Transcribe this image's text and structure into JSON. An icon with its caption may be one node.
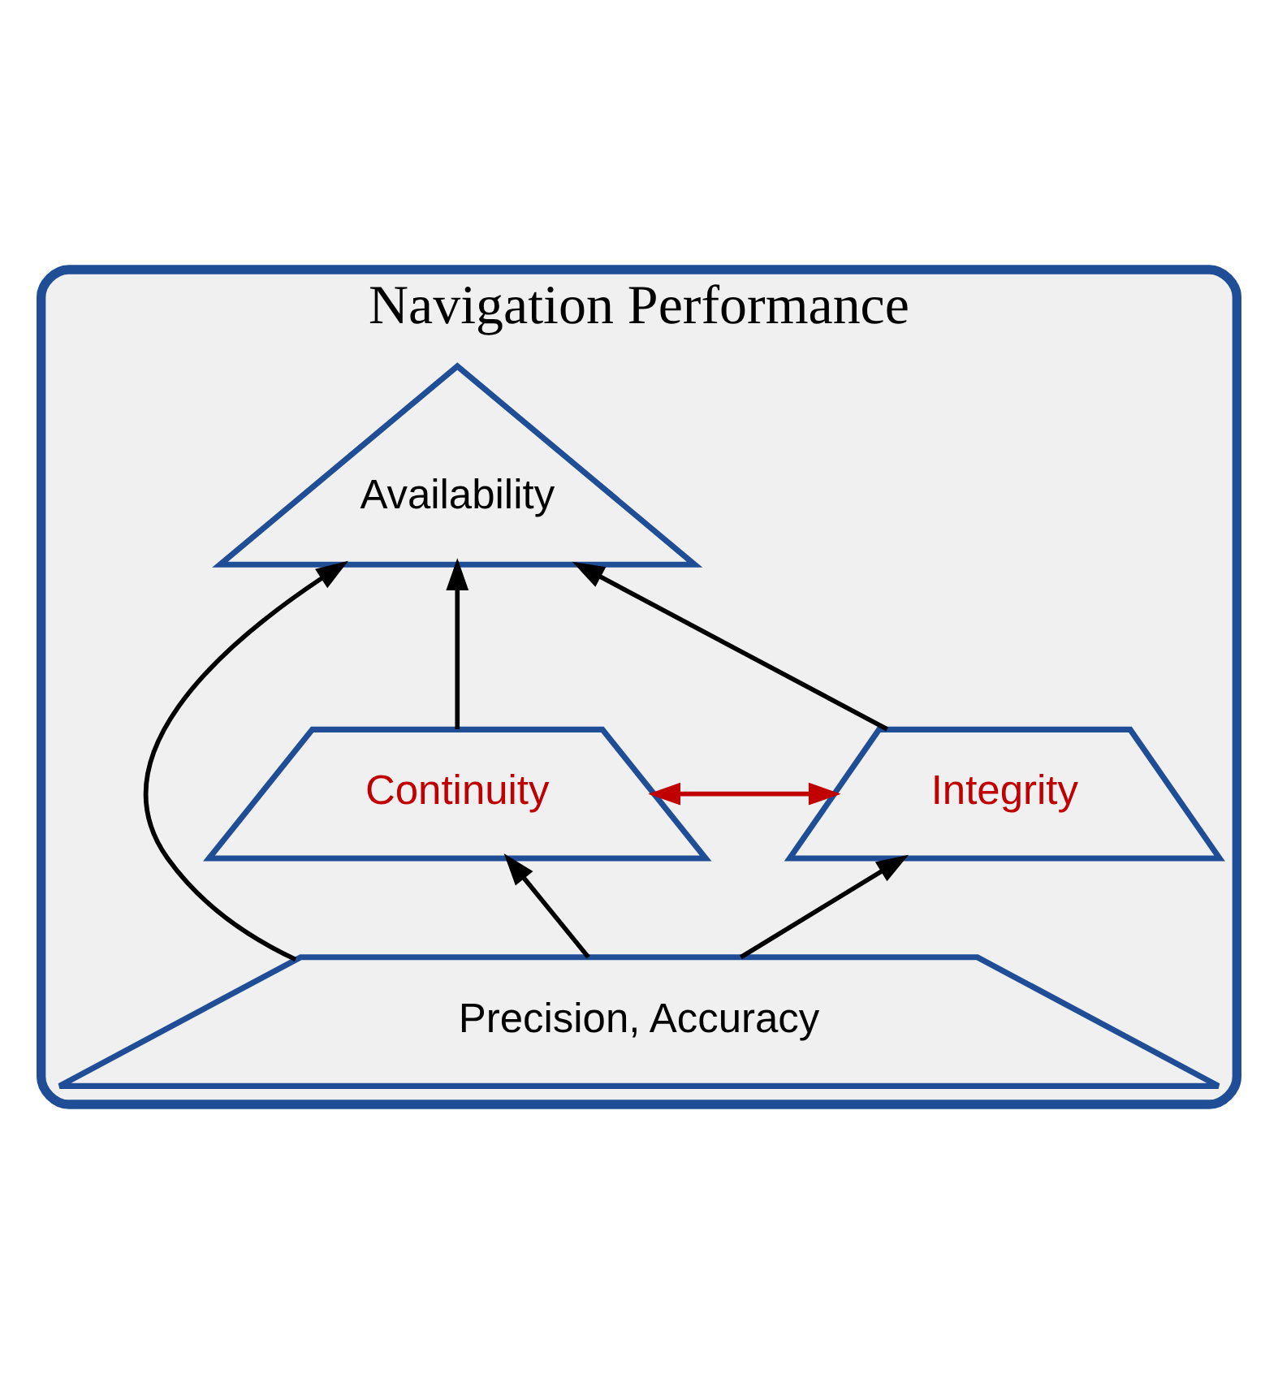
{
  "diagram": {
    "nodes": [
      {
        "text": [
          "Navigation Performance"
        ]
      },
      {
        "text": [
          "Availability"
        ],
        "in": 0
      },
      {
        "text": [
          "Continuity"
        ],
        "in": 0
      },
      {
        "text": [
          "Integrity"
        ],
        "in": 0
      },
      {
        "text": [
          "Precision, Accuracy"
        ],
        "in": 0
      }
    ],
    "edges": [
      {
        "from": 2,
        "to": 1,
        "arrow": "to"
      },
      {
        "from": 3,
        "to": 1,
        "arrow": "to"
      },
      {
        "from": 4,
        "to": 1,
        "arrow": "to"
      },
      {
        "from": 4,
        "to": 2,
        "arrow": "to"
      },
      {
        "from": 2,
        "to": 3,
        "arrow": "both",
        "color": "#c00000"
      },
      {
        "from": 4,
        "to": 3,
        "arrow": "to"
      }
    ]
  }
}
